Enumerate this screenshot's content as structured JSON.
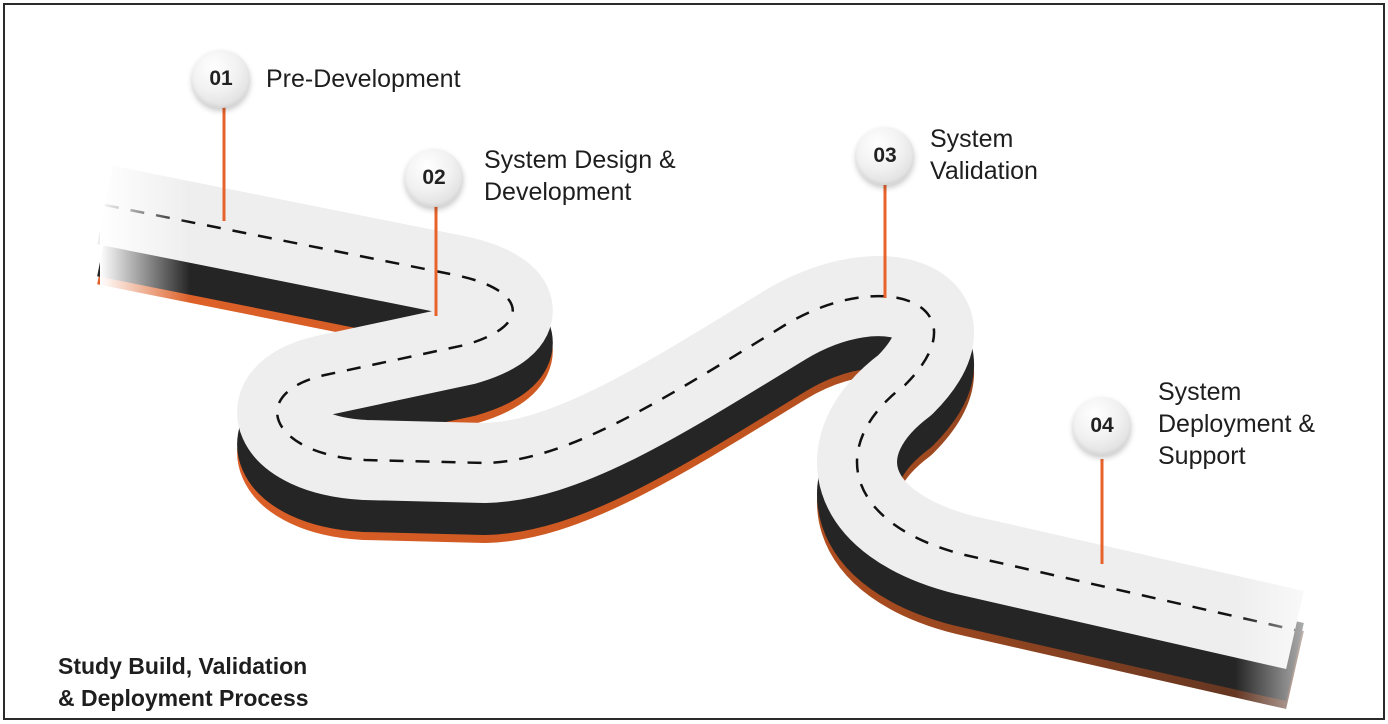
{
  "milestones": [
    {
      "number": "01",
      "label_lines": [
        "Pre-Development"
      ]
    },
    {
      "number": "02",
      "label_lines": [
        "System Design &",
        "Development"
      ]
    },
    {
      "number": "03",
      "label_lines": [
        "System",
        "Validation"
      ]
    },
    {
      "number": "04",
      "label_lines": [
        "System",
        "Deployment &",
        "Support"
      ]
    }
  ],
  "caption_lines": [
    "Study Build, Validation",
    "& Deployment Process"
  ],
  "colors": {
    "accent": "#e8632b",
    "road_surface": "#eeeeee",
    "road_side": "#252525",
    "road_base": "#c8561f",
    "lane_marking": "#111111"
  }
}
